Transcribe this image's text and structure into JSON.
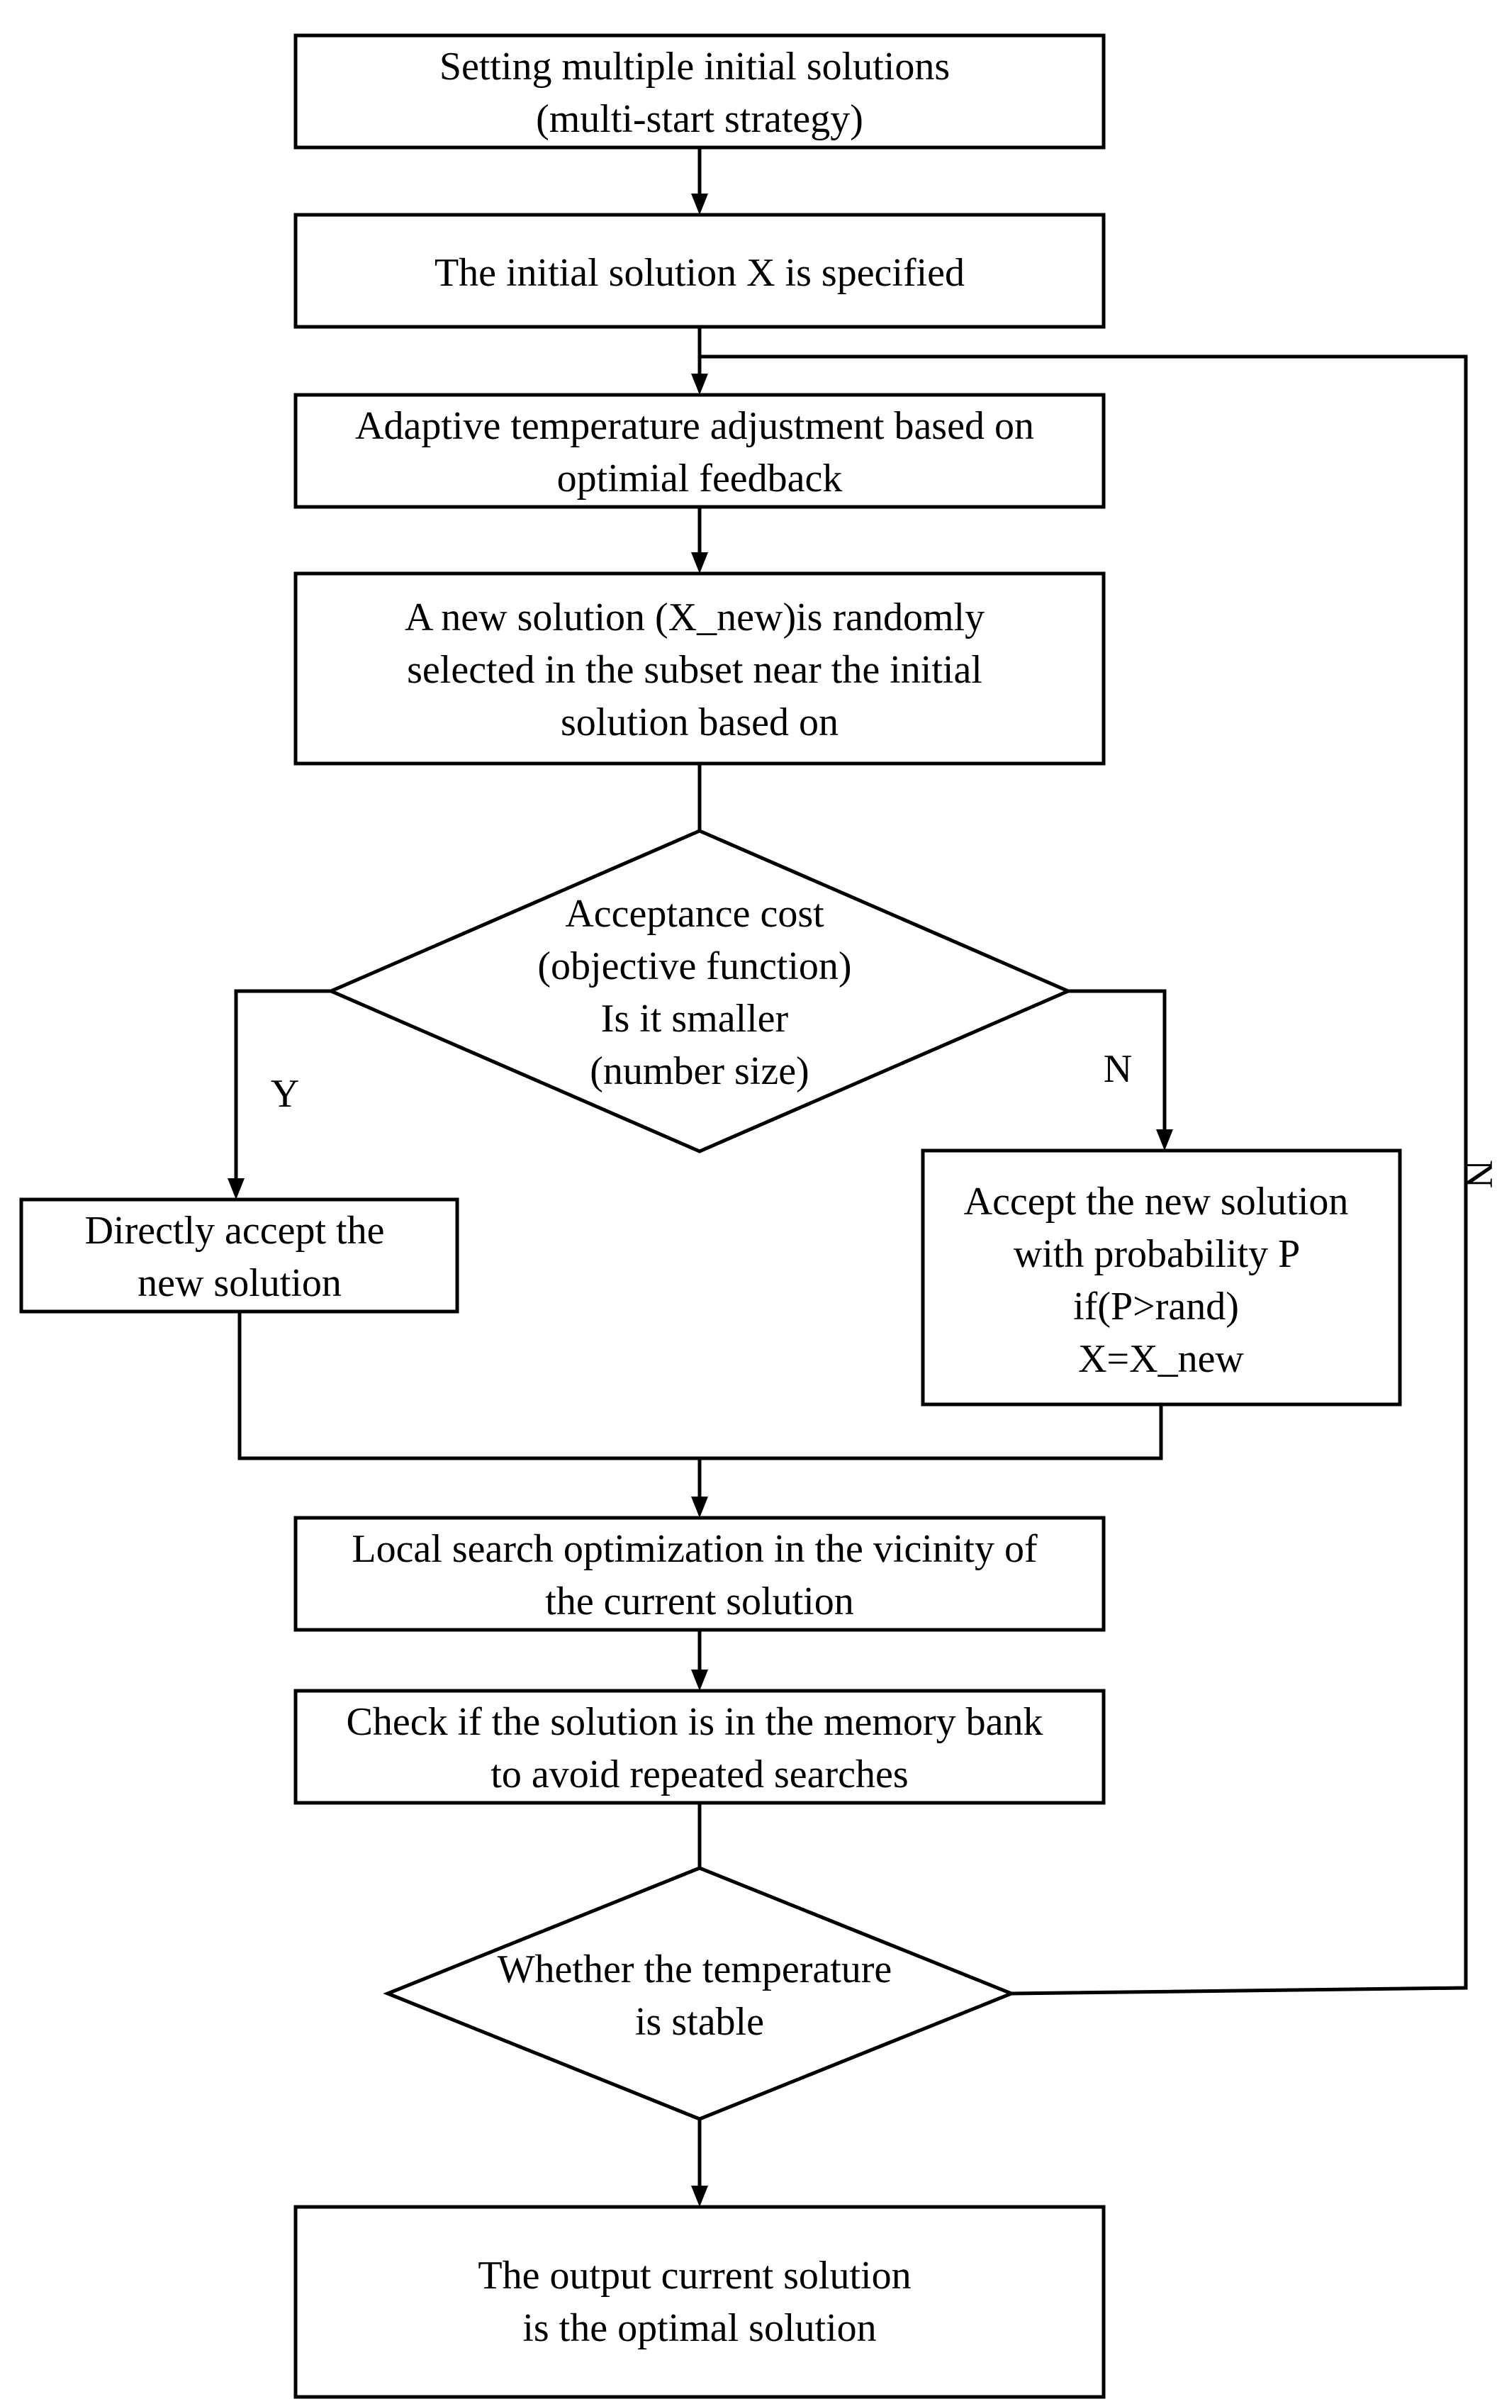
{
  "nodes": {
    "start": {
      "lines": [
        "Setting multiple initial solutions",
        "(multi-start strategy)"
      ]
    },
    "init": {
      "lines": [
        "The initial solution X is specified"
      ]
    },
    "adapt": {
      "lines": [
        "Adaptive temperature adjustment based on",
        "optimial feedback"
      ]
    },
    "newsol": {
      "lines": [
        "A new solution (X_new)is randomly",
        "selected in the subset near the initial",
        "solution based on"
      ]
    },
    "accept_q": {
      "lines": [
        "Acceptance cost",
        "(objective function)",
        "Is it smaller",
        "(number size)"
      ]
    },
    "direct": {
      "lines": [
        "Directly accept the",
        "new solution"
      ]
    },
    "prob": {
      "lines": [
        "Accept the new solution",
        "with probability P",
        "if(P>rand)",
        "X=X_new"
      ]
    },
    "local": {
      "lines": [
        "Local search optimization in the vicinity of",
        "the current solution"
      ]
    },
    "memory": {
      "lines": [
        "Check if the solution is in the memory bank",
        "to avoid repeated searches"
      ]
    },
    "stable_q": {
      "lines": [
        "Whether the temperature",
        "is stable"
      ]
    },
    "output": {
      "lines": [
        "The output current solution",
        "is the optimal solution"
      ]
    }
  },
  "edge_labels": {
    "yes": "Y",
    "no": "N",
    "loop_no": "N"
  }
}
